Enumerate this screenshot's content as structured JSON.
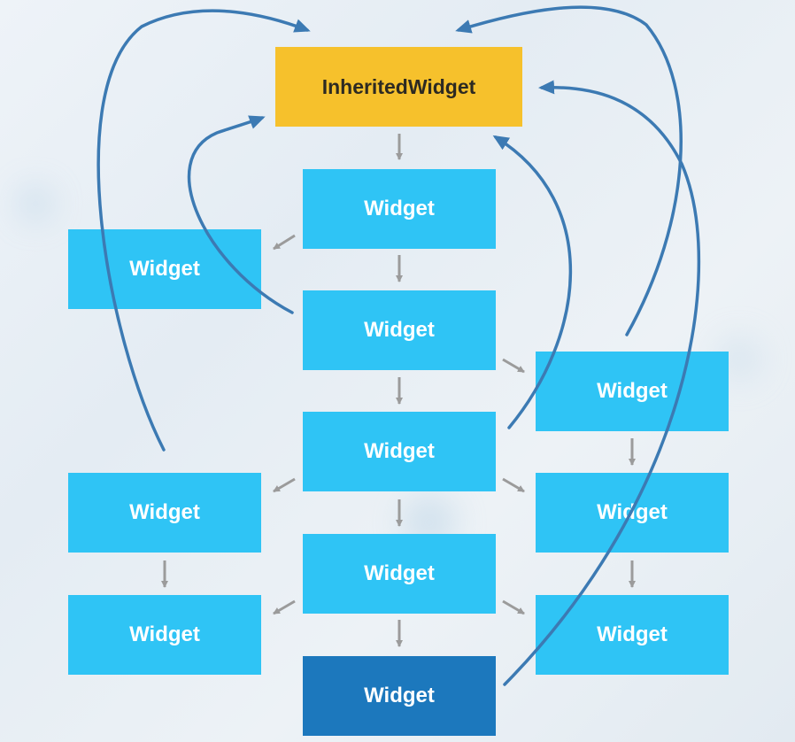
{
  "diagram": {
    "nodes": [
      {
        "id": "inherited",
        "label": "InheritedWidget",
        "style": "root"
      },
      {
        "id": "c1",
        "label": "Widget",
        "style": "light"
      },
      {
        "id": "l1",
        "label": "Widget",
        "style": "light"
      },
      {
        "id": "c2",
        "label": "Widget",
        "style": "light"
      },
      {
        "id": "r1",
        "label": "Widget",
        "style": "light"
      },
      {
        "id": "c3",
        "label": "Widget",
        "style": "light"
      },
      {
        "id": "l2",
        "label": "Widget",
        "style": "light"
      },
      {
        "id": "r2",
        "label": "Widget",
        "style": "light"
      },
      {
        "id": "c4",
        "label": "Widget",
        "style": "light"
      },
      {
        "id": "l3",
        "label": "Widget",
        "style": "light"
      },
      {
        "id": "r3",
        "label": "Widget",
        "style": "light"
      },
      {
        "id": "c5",
        "label": "Widget",
        "style": "dark"
      }
    ],
    "tree_edges": [
      [
        "inherited",
        "c1"
      ],
      [
        "c1",
        "l1"
      ],
      [
        "c1",
        "c2"
      ],
      [
        "c2",
        "r1"
      ],
      [
        "c2",
        "c3"
      ],
      [
        "c3",
        "l2"
      ],
      [
        "c3",
        "r2"
      ],
      [
        "c3",
        "c4"
      ],
      [
        "l2",
        "l3"
      ],
      [
        "r1",
        "r2"
      ],
      [
        "r2",
        "r3"
      ],
      [
        "c4",
        "l3"
      ],
      [
        "c4",
        "r3"
      ],
      [
        "c4",
        "c5"
      ]
    ],
    "lookup_edges": [
      [
        "l2",
        "inherited"
      ],
      [
        "c2",
        "inherited"
      ],
      [
        "r1",
        "inherited"
      ],
      [
        "c3",
        "inherited"
      ],
      [
        "c5",
        "inherited"
      ]
    ],
    "colors": {
      "root_fill": "#f6c12c",
      "widget_fill": "#2fc4f5",
      "highlight_fill": "#1c78bd",
      "tree_arrow": "#9b9b9b",
      "lookup_arrow": "#3c7ab3"
    }
  }
}
